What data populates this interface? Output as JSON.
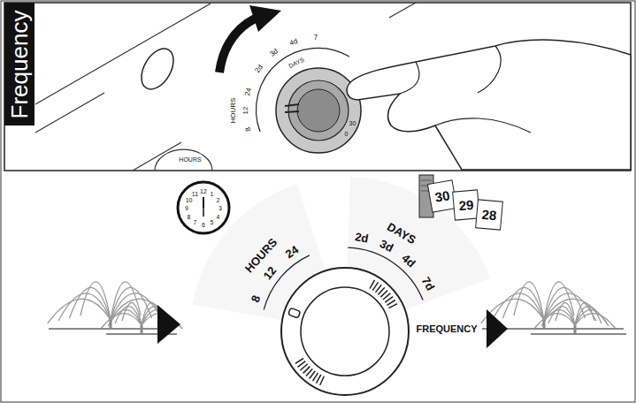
{
  "diagram": {
    "nodes": [
      {
        "text": [
          "Frequency"
        ]
      }
    ],
    "labels": [
      "HOURS",
      "8",
      "12",
      "24",
      "DAYS",
      "2d",
      "3d",
      "4d",
      "7",
      "0",
      "30",
      "HOURS",
      "12",
      "1",
      "2",
      "3",
      "4",
      "5",
      "6",
      "7",
      "8",
      "9",
      "10",
      "11",
      "HOURS",
      "8",
      "12",
      "24",
      "DAYS",
      "2d",
      "3d",
      "4d",
      "7d",
      "FREQUENCY",
      "30",
      "29",
      "28"
    ]
  }
}
